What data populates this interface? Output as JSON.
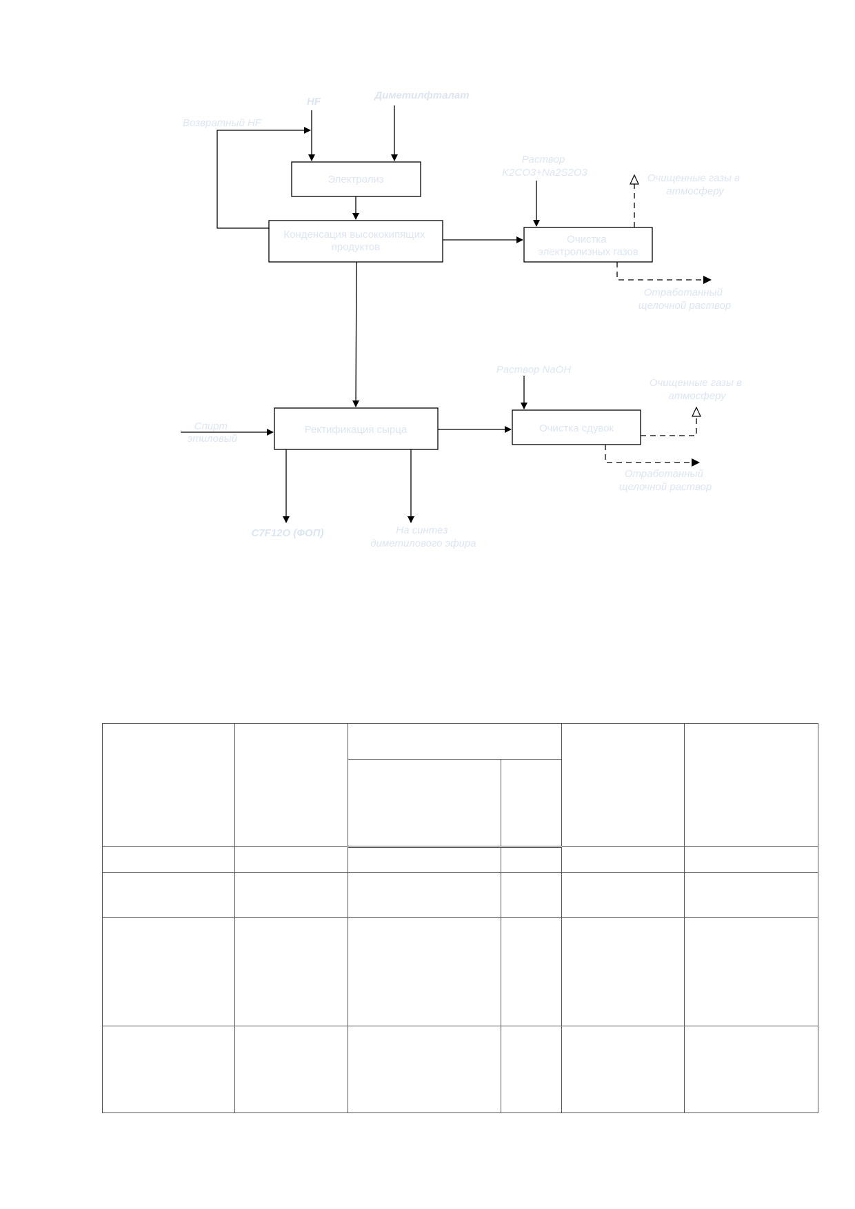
{
  "diagram": {
    "inputs": {
      "hf": "HF",
      "dimethyl_phthalate": "Диметилфталат",
      "return_hf": "Возвратный HF",
      "solution_k2co3": "Раствор K2CO3+Na2S2O3",
      "solution_naoh": "Раствор NaOH",
      "ethyl_alcohol": "Спирт этиловый"
    },
    "boxes": {
      "electrolysis": "Электролиз",
      "condensation": "Конденсация высококипящих продуктов",
      "gas_purification": "Очистка электролизных газов",
      "rectification": "Ректификация сырца",
      "blowoff_purification": "Очистка сдувок"
    },
    "outputs": {
      "purified_gases_1": "Очищенные газы в атмосферу",
      "spent_alkali_1": "Отработанный щелочной раствор",
      "purified_gases_2": "Очищенные газы в атмосферу",
      "spent_alkali_2": "Отработанный щелочной раствор",
      "product": "C7F12O (ФОП)",
      "to_synthesis": "На синтез диметилового эфира"
    }
  },
  "table": {
    "rows": [
      [
        "",
        "",
        "",
        "",
        "",
        ""
      ],
      [
        "",
        "",
        "",
        "",
        "",
        ""
      ],
      [
        "",
        "",
        "",
        "",
        "",
        ""
      ],
      [
        "",
        "",
        "",
        "",
        "",
        ""
      ],
      [
        "",
        "",
        "",
        "",
        "",
        ""
      ]
    ]
  }
}
